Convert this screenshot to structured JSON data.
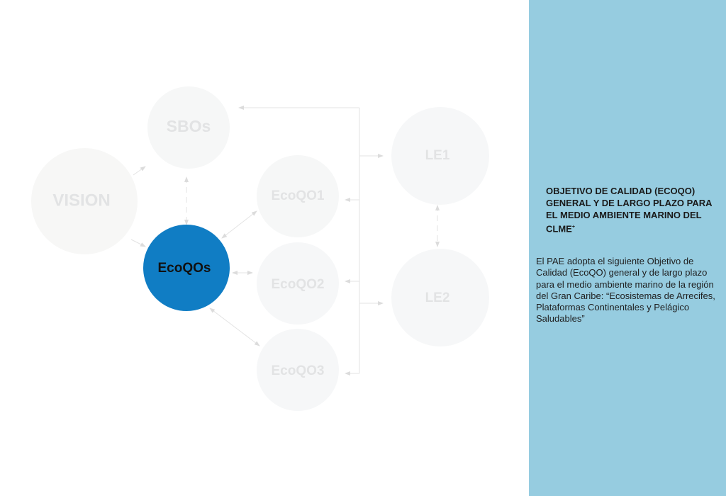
{
  "diagram": {
    "nodes": {
      "vision": "VISION",
      "sbos": "SBOs",
      "ecoqos": "EcoQOs",
      "ecoqo1": "EcoQO1",
      "ecoqo2": "EcoQO2",
      "ecoqo3": "EcoQO3",
      "le1": "LE1",
      "le2": "LE2"
    },
    "colors": {
      "active": "#107dc4",
      "inactive": "#f6f7f7",
      "inactive_text": "#e2e3e4",
      "line": "#e3e3e3"
    }
  },
  "panel": {
    "title": "OBJETIVO DE CALIDAD (ECOQO) GENERAL Y DE LARGO PLAZO PARA EL MEDIO AMBIENTE MARINO DEL CLME",
    "title_mark": "+",
    "body": "El PAE adopta el siguiente Objetivo de Calidad (EcoQO) general y de largo plazo para el medio ambiente marino de la región del Gran Caribe: “Ecosistemas de Arrecifes, Plataformas Continentales y Pelágico Saludables”",
    "background": "#96cce0"
  }
}
